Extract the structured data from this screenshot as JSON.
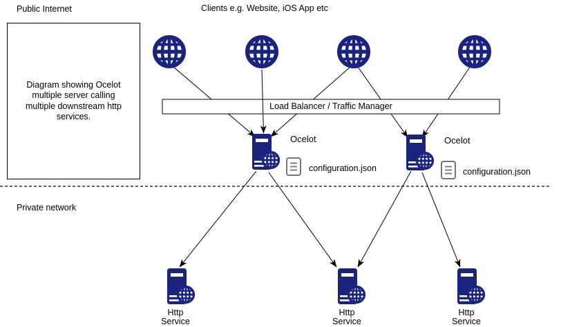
{
  "page": {
    "public_internet_label": "Public Internet",
    "clients_label": "Clients e.g. Website, iOS App etc",
    "description": "Diagram showing Ocelot multiple server calling multiple downstream http services.",
    "load_balancer_label": "Load Balancer / Traffic Manager",
    "private_network_label": "Private network",
    "gateways": [
      {
        "label": "Ocelot",
        "config_file": "configuration.json"
      },
      {
        "label": "Ocelot",
        "config_file": "configuration.json"
      }
    ],
    "services": [
      {
        "line1": "Http",
        "line2": "Service"
      },
      {
        "line1": "Http",
        "line2": "Service"
      },
      {
        "line1": "Http",
        "line2": "Service"
      }
    ],
    "colors": {
      "icon_navy": "#1a237e",
      "doc_gray": "#757575",
      "line_black": "#000000",
      "background": "#ffffff"
    }
  }
}
